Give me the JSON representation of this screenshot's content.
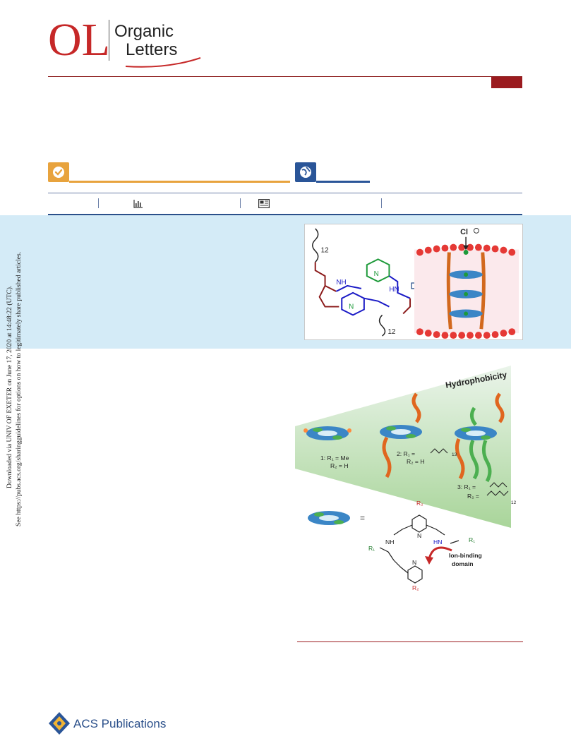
{
  "header": {
    "logo_mark": "OL",
    "journal_line1": "Organic",
    "journal_line2": "Letters"
  },
  "toc_graphic": {
    "anion_label": "Cl",
    "chain_label_top": "12",
    "chain_label_bottom": "12",
    "atom_labels": [
      "NH",
      "N",
      "HN",
      "N"
    ]
  },
  "figure": {
    "hydrophobicity_label": "Hydrophobicity",
    "compound1": [
      "1:  R₁ = Me",
      "R₂ = H"
    ],
    "compound2": [
      "2:  R₁ =",
      "R₂ = H"
    ],
    "compound3": [
      "3:  R₁ =",
      "R₂ ="
    ],
    "chain_sub_13": "13",
    "chain_sub_12": "12",
    "equals_sign": "=",
    "r2_top": "R₂",
    "r2_bottom": "R₂",
    "r1_left": "R₁",
    "r1_right": "R₁",
    "nh_left": "NH",
    "hn_right": "HN",
    "n_top": "N",
    "n_bottom": "N",
    "ion_binding_1": "Ion-binding",
    "ion_binding_2": "domain"
  },
  "side_note": {
    "line1": "Downloaded via UNIV OF EXETER on June 17, 2020 at 14:48:22 (UTC).",
    "line2": "See https://pubs.acs.org/sharingguidelines for options on how to legitimately share published articles."
  },
  "publisher": {
    "name": "ACS Publications"
  },
  "colors": {
    "journal_red": "#c62828",
    "badge_orange": "#e8a33d",
    "badge_blue": "#2a5598",
    "abstract_bg": "#d4ebf7"
  },
  "icons": [
    "check-circle-icon",
    "globe-icon",
    "bar-chart-icon",
    "article-icon"
  ]
}
